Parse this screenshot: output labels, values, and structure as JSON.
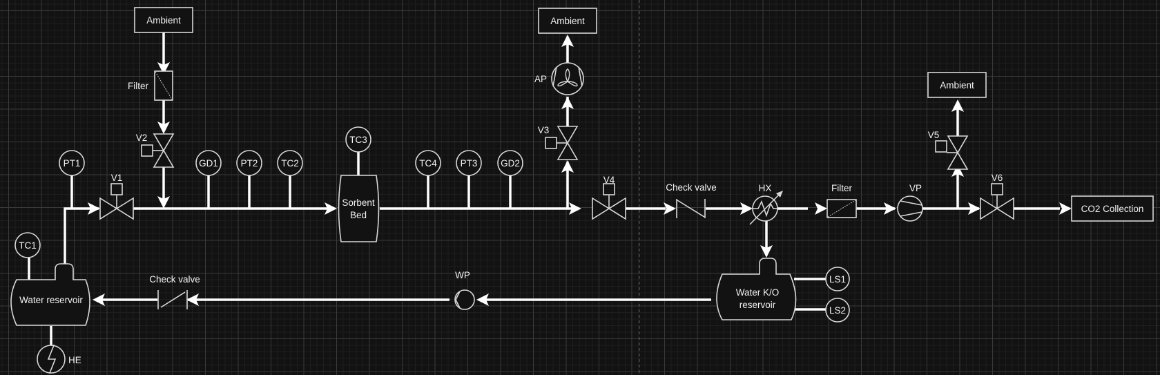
{
  "diagram": {
    "type": "P&ID process flow diagram",
    "colors": {
      "background": "#121212",
      "line": "#ffffff",
      "symbol_stroke": "#d8d8d8",
      "grid": "#3a3a3a"
    },
    "endpoints": {
      "ambient_top_left": "Ambient",
      "ambient_top_mid": "Ambient",
      "ambient_right": "Ambient",
      "co2_collection": "CO2 Collection"
    },
    "filters": {
      "inlet": "Filter",
      "outlet": "Filter"
    },
    "valves": {
      "v1": "V1",
      "v2": "V2",
      "v3": "V3",
      "v4": "V4",
      "v5": "V5",
      "v6": "V6"
    },
    "check_valves": {
      "main": "Check valve",
      "water": "Check valve"
    },
    "instruments": {
      "pt1": "PT1",
      "gd1": "GD1",
      "pt2": "PT2",
      "tc2": "TC2",
      "tc3": "TC3",
      "tc4": "TC4",
      "pt3": "PT3",
      "gd2": "GD2",
      "tc1": "TC1",
      "ls1": "LS1",
      "ls2": "LS2"
    },
    "equipment": {
      "sorbent_bed_line1": "Sorbent",
      "sorbent_bed_line2": "Bed",
      "water_reservoir": "Water reservoir",
      "ko_line1": "Water K/O",
      "ko_line2": "reservoir",
      "air_pump": "AP",
      "heat_exchanger": "HX",
      "vacuum_pump": "VP",
      "water_pump": "WP",
      "heater": "HE"
    }
  }
}
